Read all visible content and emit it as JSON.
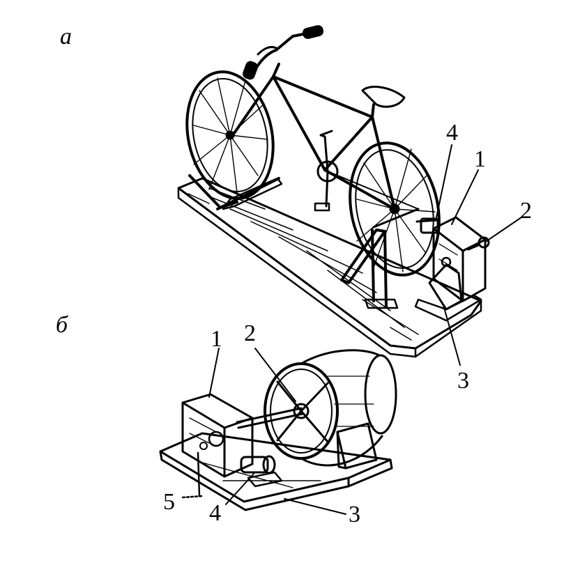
{
  "figure": {
    "panel_a": {
      "letter": "а",
      "callouts": [
        "1",
        "2",
        "3",
        "4"
      ]
    },
    "panel_b": {
      "letter": "б",
      "callouts": [
        "1",
        "2",
        "3",
        "4",
        "5"
      ]
    }
  },
  "colors": {
    "ink": "#000000",
    "paper": "#ffffff"
  }
}
